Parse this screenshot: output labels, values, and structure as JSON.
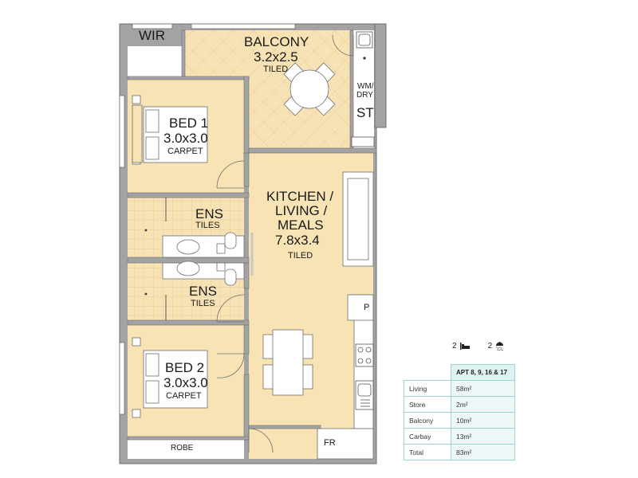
{
  "rooms": {
    "wir": "WIR",
    "balcony": {
      "name": "BALCONY",
      "size": "3.2x2.5",
      "floor": "TILED"
    },
    "laundry": {
      "line1": "WM/",
      "line2": "DRY"
    },
    "store": "ST",
    "bed1": {
      "name": "BED 1",
      "size": "3.0x3.0",
      "floor": "CARPET"
    },
    "ens1": {
      "name": "ENS",
      "floor": "TILES"
    },
    "ens2": {
      "name": "ENS",
      "floor": "TILES"
    },
    "kitchen": {
      "line1": "KITCHEN /",
      "line2": "LIVING /",
      "line3": "MEALS",
      "size": "7.8x3.4",
      "floor": "TILED"
    },
    "pantry": "P",
    "fridge": "FR",
    "bed2": {
      "name": "BED 2",
      "size": "3.0x3.0",
      "floor": "CARPET"
    },
    "robe": "ROBE"
  },
  "summary": {
    "bedrooms": "2",
    "bathrooms": "2",
    "bed_icon": "bed-icon",
    "bath_icon": "shower-icon"
  },
  "area_table": {
    "header": "APT 8, 9, 16 & 17",
    "rows": [
      {
        "label": "Living",
        "value": "58m²"
      },
      {
        "label": "Store",
        "value": "2m²"
      },
      {
        "label": "Balcony",
        "value": "10m²"
      },
      {
        "label": "Carbay",
        "value": "13m²"
      },
      {
        "label": "Total",
        "value": "83m²"
      }
    ]
  },
  "colors": {
    "wall": "#a3a3a3",
    "wall_edge": "#6f6f6f",
    "carpet": "#f7e3b4",
    "tile": "#f5dfb0",
    "tile_grid": "#e8c88c",
    "table_border": "#9fd3d3",
    "table_header": "#def2f2"
  }
}
